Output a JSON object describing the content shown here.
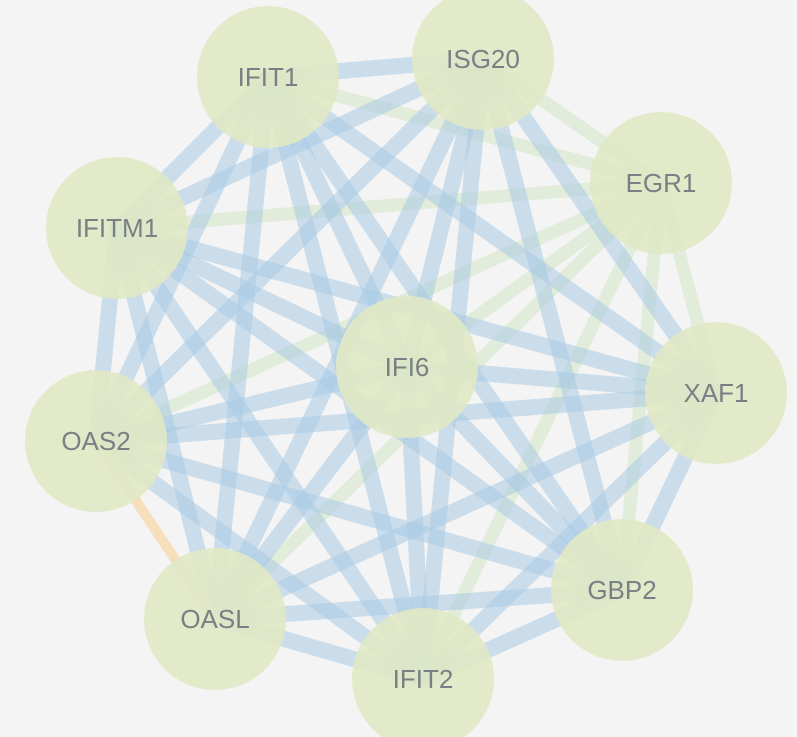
{
  "colors": {
    "background": "#f4f4f4",
    "node_fill": "#dfe8c6",
    "label": "#7b7f83",
    "edge_blue": "#a9cbe3",
    "edge_green": "#d2e6c5",
    "edge_orange": "#f6ddb5"
  },
  "nodes": [
    {
      "id": "IFIT1",
      "label": "IFIT1"
    },
    {
      "id": "ISG20",
      "label": "ISG20"
    },
    {
      "id": "EGR1",
      "label": "EGR1"
    },
    {
      "id": "IFITM1",
      "label": "IFITM1"
    },
    {
      "id": "IFI6",
      "label": "IFI6"
    },
    {
      "id": "XAF1",
      "label": "XAF1"
    },
    {
      "id": "OAS2",
      "label": "OAS2"
    },
    {
      "id": "GBP2",
      "label": "GBP2"
    },
    {
      "id": "OASL",
      "label": "OASL"
    },
    {
      "id": "IFIT2",
      "label": "IFIT2"
    }
  ],
  "edges": [
    {
      "source": "IFIT1",
      "target": "ISG20",
      "type": "blue"
    },
    {
      "source": "IFIT1",
      "target": "IFITM1",
      "type": "blue"
    },
    {
      "source": "IFIT1",
      "target": "OAS2",
      "type": "blue"
    },
    {
      "source": "IFIT1",
      "target": "OASL",
      "type": "blue"
    },
    {
      "source": "IFIT1",
      "target": "IFIT2",
      "type": "blue"
    },
    {
      "source": "IFIT1",
      "target": "IFI6",
      "type": "blue"
    },
    {
      "source": "IFIT1",
      "target": "XAF1",
      "type": "blue"
    },
    {
      "source": "IFIT1",
      "target": "GBP2",
      "type": "blue"
    },
    {
      "source": "IFIT1",
      "target": "EGR1",
      "type": "green"
    },
    {
      "source": "ISG20",
      "target": "IFITM1",
      "type": "blue"
    },
    {
      "source": "ISG20",
      "target": "OAS2",
      "type": "blue"
    },
    {
      "source": "ISG20",
      "target": "OASL",
      "type": "blue"
    },
    {
      "source": "ISG20",
      "target": "IFIT2",
      "type": "blue"
    },
    {
      "source": "ISG20",
      "target": "IFI6",
      "type": "blue"
    },
    {
      "source": "ISG20",
      "target": "XAF1",
      "type": "blue"
    },
    {
      "source": "ISG20",
      "target": "GBP2",
      "type": "blue"
    },
    {
      "source": "ISG20",
      "target": "EGR1",
      "type": "green"
    },
    {
      "source": "IFITM1",
      "target": "OAS2",
      "type": "blue"
    },
    {
      "source": "IFITM1",
      "target": "OASL",
      "type": "blue"
    },
    {
      "source": "IFITM1",
      "target": "IFIT2",
      "type": "blue"
    },
    {
      "source": "IFITM1",
      "target": "IFI6",
      "type": "blue"
    },
    {
      "source": "IFITM1",
      "target": "XAF1",
      "type": "blue"
    },
    {
      "source": "IFITM1",
      "target": "GBP2",
      "type": "blue"
    },
    {
      "source": "IFITM1",
      "target": "EGR1",
      "type": "green"
    },
    {
      "source": "OAS2",
      "target": "OASL",
      "type": "orange"
    },
    {
      "source": "OAS2",
      "target": "IFIT2",
      "type": "blue"
    },
    {
      "source": "OAS2",
      "target": "IFI6",
      "type": "blue"
    },
    {
      "source": "OAS2",
      "target": "XAF1",
      "type": "blue"
    },
    {
      "source": "OAS2",
      "target": "GBP2",
      "type": "blue"
    },
    {
      "source": "OAS2",
      "target": "EGR1",
      "type": "green"
    },
    {
      "source": "OASL",
      "target": "IFIT2",
      "type": "blue"
    },
    {
      "source": "OASL",
      "target": "IFI6",
      "type": "blue"
    },
    {
      "source": "OASL",
      "target": "XAF1",
      "type": "blue"
    },
    {
      "source": "OASL",
      "target": "GBP2",
      "type": "blue"
    },
    {
      "source": "OASL",
      "target": "EGR1",
      "type": "green"
    },
    {
      "source": "IFIT2",
      "target": "IFI6",
      "type": "blue"
    },
    {
      "source": "IFIT2",
      "target": "XAF1",
      "type": "blue"
    },
    {
      "source": "IFIT2",
      "target": "GBP2",
      "type": "blue"
    },
    {
      "source": "IFIT2",
      "target": "EGR1",
      "type": "green"
    },
    {
      "source": "IFI6",
      "target": "XAF1",
      "type": "blue"
    },
    {
      "source": "IFI6",
      "target": "GBP2",
      "type": "blue"
    },
    {
      "source": "IFI6",
      "target": "EGR1",
      "type": "green"
    },
    {
      "source": "XAF1",
      "target": "GBP2",
      "type": "blue"
    },
    {
      "source": "XAF1",
      "target": "EGR1",
      "type": "green"
    },
    {
      "source": "GBP2",
      "target": "EGR1",
      "type": "green"
    }
  ]
}
